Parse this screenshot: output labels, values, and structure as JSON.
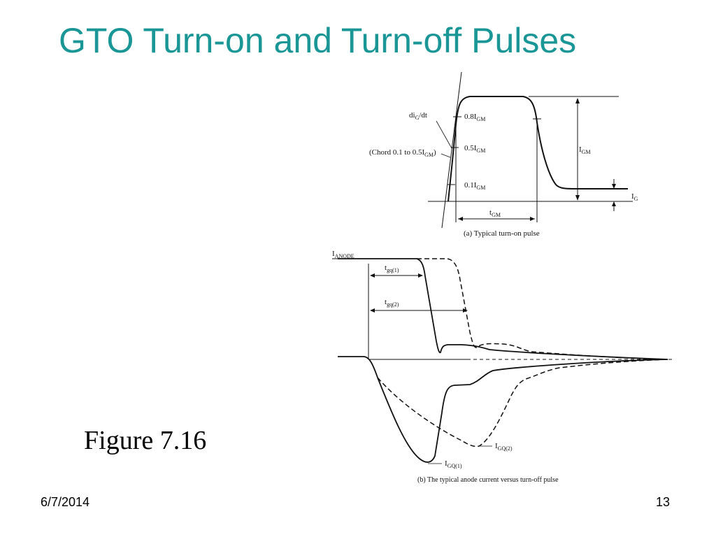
{
  "slide": {
    "title": "GTO Turn-on and Turn-off Pulses",
    "caption": "Figure 7.16",
    "date": "6/7/2014",
    "page_number": "13"
  },
  "figure_a": {
    "caption": "(a) Typical turn-on pulse",
    "labels": {
      "di_dt": "di",
      "di_dt_sub": "G",
      "di_dt_tail": "/dt",
      "chord": "(Chord 0.1 to 0.5I",
      "chord_sub": "GM",
      "chord_tail": ")",
      "level_08": "0.8I",
      "level_05": "0.5I",
      "level_01": "0.1I",
      "gm_sub": "GM",
      "igm": "I",
      "igm_sub": "GM",
      "ig": "I",
      "ig_sub": "G",
      "tgm": "t",
      "tgm_sub": "GM"
    }
  },
  "figure_b": {
    "caption": "(b) The typical anode current versus turn-off pulse",
    "labels": {
      "ianode": "I",
      "ianode_sub": "ANODE",
      "tgq1": "t",
      "tgq1_sub": "gq(1)",
      "tgq2": "t",
      "tgq2_sub": "gq(2)",
      "igq1": "I",
      "igq1_sub": "GQ(1)",
      "igq2": "I",
      "igq2_sub": "GQ(2)"
    }
  },
  "colors": {
    "title": "#1a9696",
    "ink": "#111111"
  }
}
